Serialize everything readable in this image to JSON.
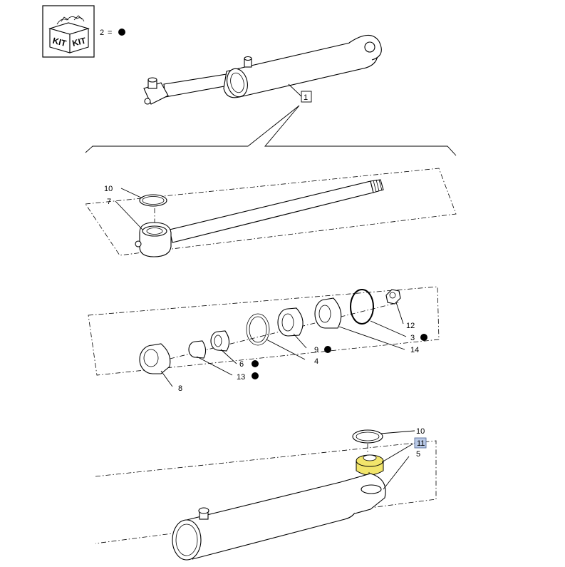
{
  "kit_legend": {
    "icon": "kit-box-icon",
    "kit_text_1": "KIT",
    "kit_text_2": "KIT",
    "ref": "2",
    "equals": "="
  },
  "callouts": [
    {
      "id": "c1",
      "text": "1",
      "boxed": true
    },
    {
      "id": "c10a",
      "text": "10"
    },
    {
      "id": "c7",
      "text": "7"
    },
    {
      "id": "c12",
      "text": "12"
    },
    {
      "id": "c3",
      "text": "3",
      "kit": true
    },
    {
      "id": "c14",
      "text": "14"
    },
    {
      "id": "c9",
      "text": "9",
      "kit": true
    },
    {
      "id": "c4",
      "text": "4"
    },
    {
      "id": "c6",
      "text": "6",
      "kit": true
    },
    {
      "id": "c13",
      "text": "13",
      "kit": true
    },
    {
      "id": "c8",
      "text": "8"
    },
    {
      "id": "c10b",
      "text": "10"
    },
    {
      "id": "c11",
      "text": "11",
      "highlighted": true
    },
    {
      "id": "c5",
      "text": "5"
    }
  ],
  "colors": {
    "highlight_part": "#f2e56b",
    "highlight_box": "#b9c9e6",
    "line": "#000000"
  }
}
